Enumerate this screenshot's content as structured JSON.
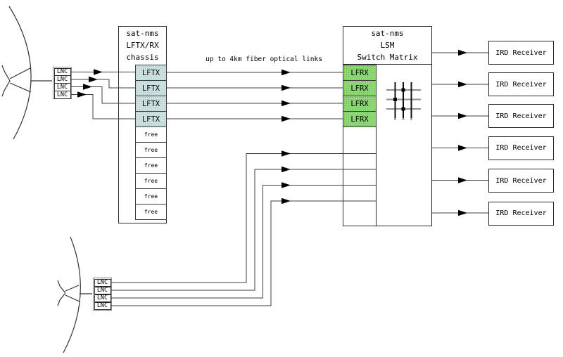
{
  "note": {
    "fiber_links": "up to 4km fiber optical links"
  },
  "antenna_top": {
    "lnc_units": [
      "LNC",
      "LNC",
      "LNC",
      "LNC"
    ]
  },
  "antenna_bottom": {
    "lnc_units": [
      "LNC",
      "LNC",
      "LNC",
      "LNC"
    ]
  },
  "chassis": {
    "title_line1": "sat-nms",
    "title_line2": "LFTX/RX",
    "title_line3": "chassis",
    "slots": [
      {
        "label": "LFTX",
        "state": "active"
      },
      {
        "label": "LFTX",
        "state": "active"
      },
      {
        "label": "LFTX",
        "state": "active"
      },
      {
        "label": "LFTX",
        "state": "active"
      },
      {
        "label": "free",
        "state": "free"
      },
      {
        "label": "free",
        "state": "free"
      },
      {
        "label": "free",
        "state": "free"
      },
      {
        "label": "free",
        "state": "free"
      },
      {
        "label": "free",
        "state": "free"
      },
      {
        "label": "free",
        "state": "free"
      }
    ]
  },
  "switch_matrix": {
    "title_line1": "sat-nms",
    "title_line2": "LSM",
    "title_line3": "Switch Matrix",
    "modules": [
      {
        "label": "LFRX"
      },
      {
        "label": "LFRX"
      },
      {
        "label": "LFRX"
      },
      {
        "label": "LFRX"
      }
    ]
  },
  "receivers": [
    {
      "label": "IRD Receiver"
    },
    {
      "label": "IRD Receiver"
    },
    {
      "label": "IRD Receiver"
    },
    {
      "label": "IRD Receiver"
    },
    {
      "label": "IRD Receiver"
    },
    {
      "label": "IRD Receiver"
    }
  ],
  "colors": {
    "lftx_fill": "#cfe2e2",
    "lftx_dot": "#9dbfbf",
    "lfrx_fill": "#90d877",
    "lfrx_dot": "#66bb4a",
    "line": "#3f3f3f",
    "arrow": "#000000"
  }
}
